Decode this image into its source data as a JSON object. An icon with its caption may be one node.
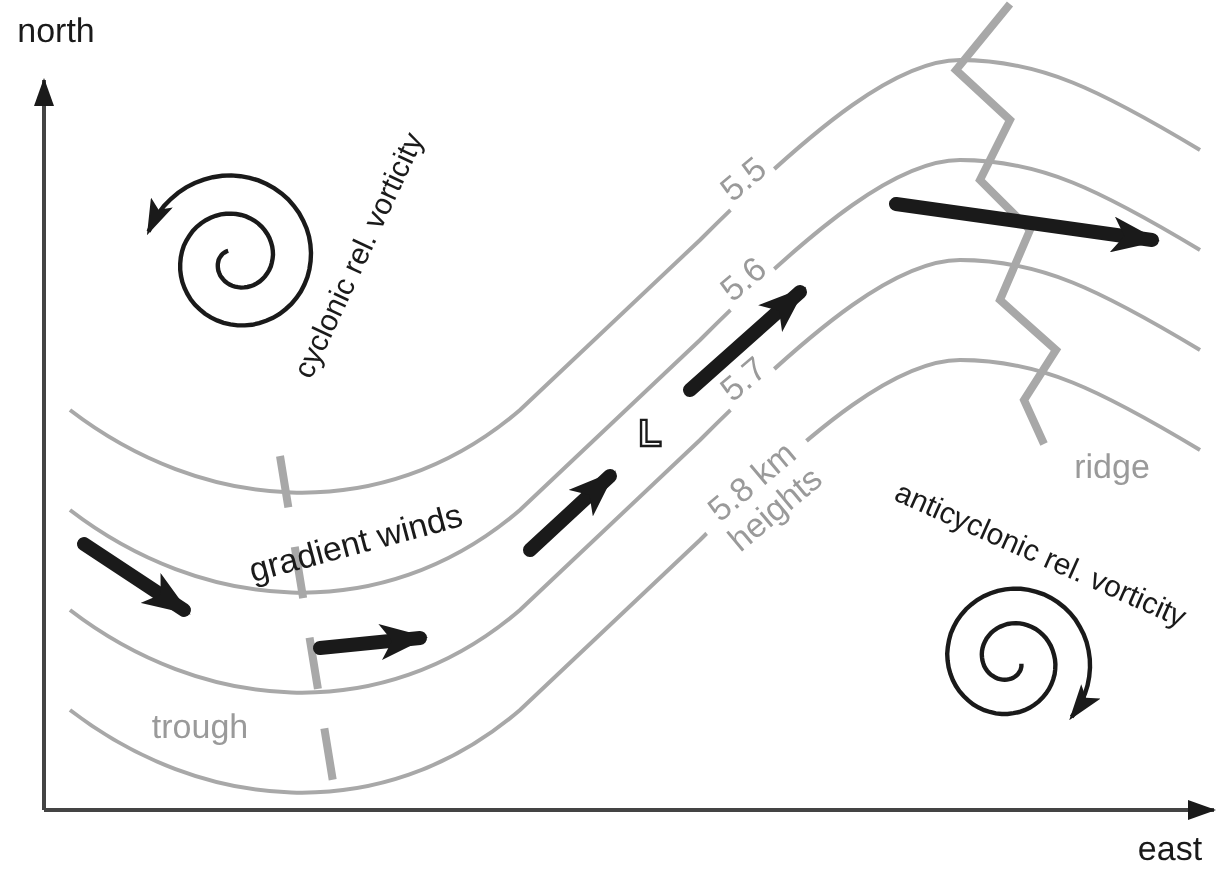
{
  "diagram": {
    "labels": [
      "north",
      "5.5",
      "5.6",
      "cyclonic rel. vorticity",
      "5.7",
      "ridge",
      "L",
      "5.8 km heights",
      "gradient winds",
      "anticyclonic rel. vorticity",
      "trough",
      "east"
    ]
  }
}
